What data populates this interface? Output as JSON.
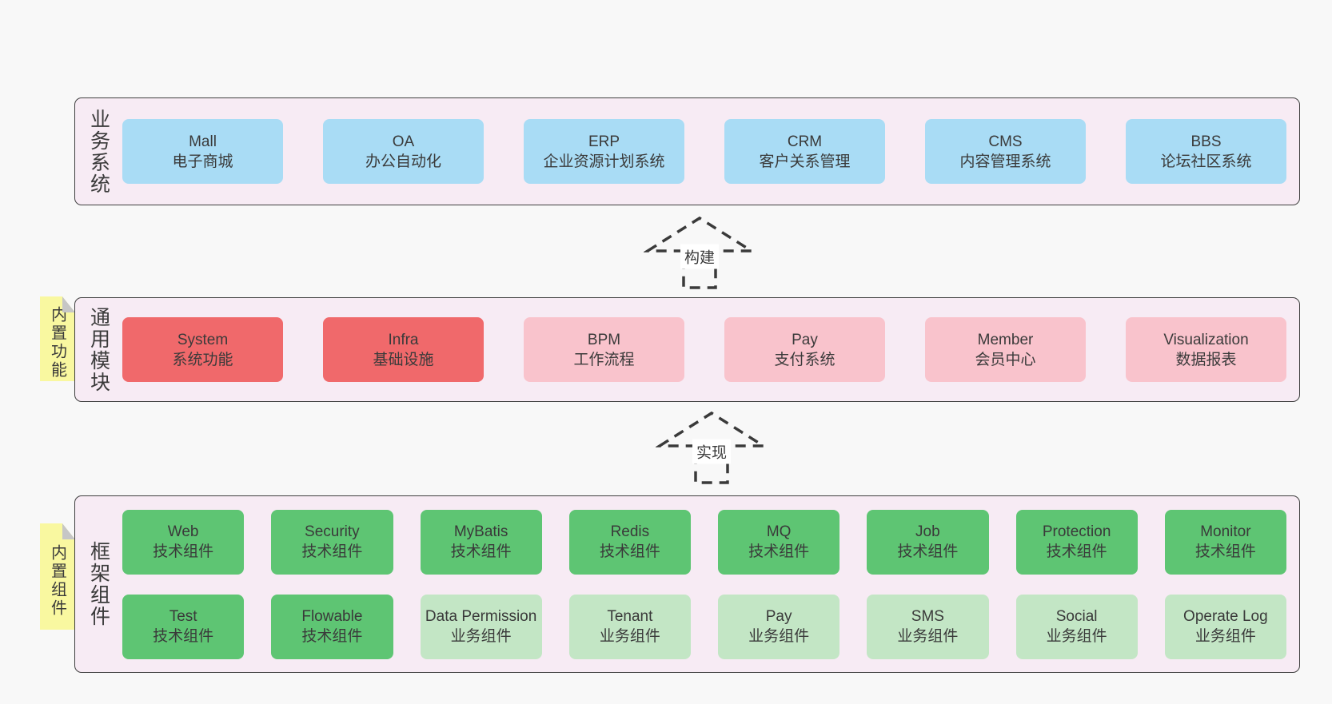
{
  "colors": {
    "page_bg": "#f8f8f8",
    "layer_bg": "#f7ebf4",
    "layer_border": "#3f3f3f",
    "blue": "#a9dcf5",
    "red": "#f0696b",
    "pink": "#f9c3cc",
    "green": "#5ec573",
    "light_green": "#c3e6c5",
    "sticky_bg": "#f9f8a0",
    "sticky_fold": "#c6c6c6",
    "text": "#3a3a3a",
    "arrow": "#3a3a3a",
    "arrow_label_bg": "#ffffff"
  },
  "arrows": [
    {
      "label": "构建"
    },
    {
      "label": "实现"
    }
  ],
  "layers": [
    {
      "label": "业务系统",
      "rows": [
        [
          {
            "name": "Mall",
            "subtitle": "电子商城",
            "color": "blue"
          },
          {
            "name": "OA",
            "subtitle": "办公自动化",
            "color": "blue"
          },
          {
            "name": "ERP",
            "subtitle": "企业资源计划系统",
            "color": "blue"
          },
          {
            "name": "CRM",
            "subtitle": "客户关系管理",
            "color": "blue"
          },
          {
            "name": "CMS",
            "subtitle": "内容管理系统",
            "color": "blue"
          },
          {
            "name": "BBS",
            "subtitle": "论坛社区系统",
            "color": "blue"
          }
        ]
      ]
    },
    {
      "label": "通用模块",
      "sticky": "内置功能",
      "rows": [
        [
          {
            "name": "System",
            "subtitle": "系统功能",
            "color": "red"
          },
          {
            "name": "Infra",
            "subtitle": "基础设施",
            "color": "red"
          },
          {
            "name": "BPM",
            "subtitle": "工作流程",
            "color": "pink"
          },
          {
            "name": "Pay",
            "subtitle": "支付系统",
            "color": "pink"
          },
          {
            "name": "Member",
            "subtitle": "会员中心",
            "color": "pink"
          },
          {
            "name": "Visualization",
            "subtitle": "数据报表",
            "color": "pink"
          }
        ]
      ]
    },
    {
      "label": "框架组件",
      "sticky": "内置组件",
      "rows": [
        [
          {
            "name": "Web",
            "subtitle": "技术组件",
            "color": "green"
          },
          {
            "name": "Security",
            "subtitle": "技术组件",
            "color": "green"
          },
          {
            "name": "MyBatis",
            "subtitle": "技术组件",
            "color": "green"
          },
          {
            "name": "Redis",
            "subtitle": "技术组件",
            "color": "green"
          },
          {
            "name": "MQ",
            "subtitle": "技术组件",
            "color": "green"
          },
          {
            "name": "Job",
            "subtitle": "技术组件",
            "color": "green"
          },
          {
            "name": "Protection",
            "subtitle": "技术组件",
            "color": "green"
          },
          {
            "name": "Monitor",
            "subtitle": "技术组件",
            "color": "green"
          }
        ],
        [
          {
            "name": "Test",
            "subtitle": "技术组件",
            "color": "green"
          },
          {
            "name": "Flowable",
            "subtitle": "技术组件",
            "color": "green"
          },
          {
            "name": "Data Permission",
            "subtitle": "业务组件",
            "color": "light_green"
          },
          {
            "name": "Tenant",
            "subtitle": "业务组件",
            "color": "light_green"
          },
          {
            "name": "Pay",
            "subtitle": "业务组件",
            "color": "light_green"
          },
          {
            "name": "SMS",
            "subtitle": "业务组件",
            "color": "light_green"
          },
          {
            "name": "Social",
            "subtitle": "业务组件",
            "color": "light_green"
          },
          {
            "name": "Operate Log",
            "subtitle": "业务组件",
            "color": "light_green"
          }
        ]
      ]
    }
  ]
}
